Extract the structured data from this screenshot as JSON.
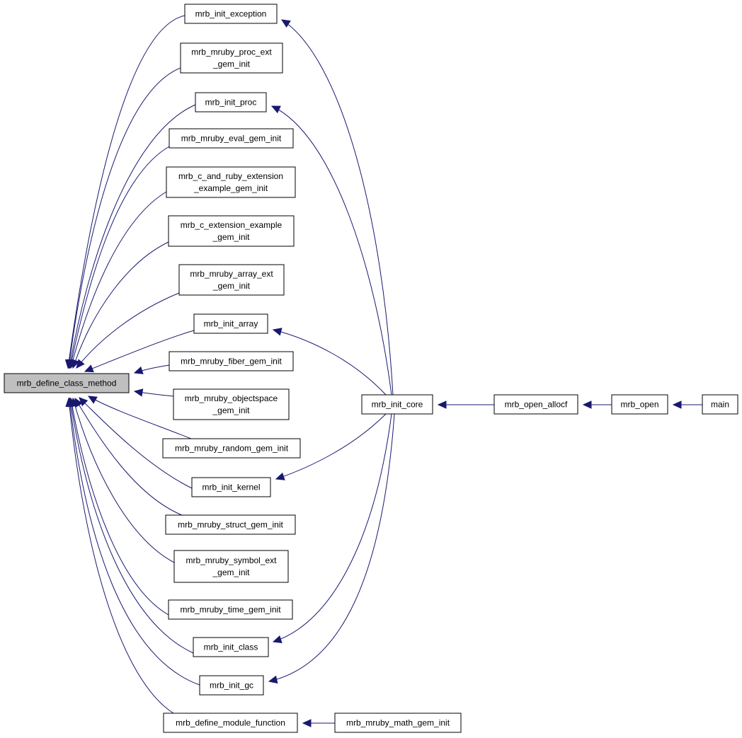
{
  "graph": {
    "kind": "caller-graph",
    "colors": {
      "edge": "#191970",
      "root_fill": "#bfbfbf",
      "node_fill": "#ffffff",
      "node_border": "#000000"
    },
    "nodes": [
      {
        "id": "define_class_method",
        "label": [
          "mrb_define_class_method"
        ],
        "root": true
      },
      {
        "id": "init_exception",
        "label": [
          "mrb_init_exception"
        ]
      },
      {
        "id": "proc_ext",
        "label": [
          "mrb_mruby_proc_ext",
          "_gem_init"
        ]
      },
      {
        "id": "init_proc",
        "label": [
          "mrb_init_proc"
        ]
      },
      {
        "id": "eval_gem",
        "label": [
          "mrb_mruby_eval_gem_init"
        ]
      },
      {
        "id": "c_and_ruby",
        "label": [
          "mrb_c_and_ruby_extension",
          "_example_gem_init"
        ]
      },
      {
        "id": "c_ext",
        "label": [
          "mrb_c_extension_example",
          "_gem_init"
        ]
      },
      {
        "id": "array_ext",
        "label": [
          "mrb_mruby_array_ext",
          "_gem_init"
        ]
      },
      {
        "id": "init_array",
        "label": [
          "mrb_init_array"
        ]
      },
      {
        "id": "fiber_gem",
        "label": [
          "mrb_mruby_fiber_gem_init"
        ]
      },
      {
        "id": "objectspace",
        "label": [
          "mrb_mruby_objectspace",
          "_gem_init"
        ]
      },
      {
        "id": "random_gem",
        "label": [
          "mrb_mruby_random_gem_init"
        ]
      },
      {
        "id": "init_kernel",
        "label": [
          "mrb_init_kernel"
        ]
      },
      {
        "id": "struct_gem",
        "label": [
          "mrb_mruby_struct_gem_init"
        ]
      },
      {
        "id": "symbol_ext",
        "label": [
          "mrb_mruby_symbol_ext",
          "_gem_init"
        ]
      },
      {
        "id": "time_gem",
        "label": [
          "mrb_mruby_time_gem_init"
        ]
      },
      {
        "id": "init_class",
        "label": [
          "mrb_init_class"
        ]
      },
      {
        "id": "init_gc",
        "label": [
          "mrb_init_gc"
        ]
      },
      {
        "id": "define_module_function",
        "label": [
          "mrb_define_module_function"
        ]
      },
      {
        "id": "init_core",
        "label": [
          "mrb_init_core"
        ]
      },
      {
        "id": "open_allocf",
        "label": [
          "mrb_open_allocf"
        ]
      },
      {
        "id": "open",
        "label": [
          "mrb_open"
        ]
      },
      {
        "id": "main",
        "label": [
          "main"
        ]
      },
      {
        "id": "math_gem",
        "label": [
          "mrb_mruby_math_gem_init"
        ]
      }
    ],
    "edges": [
      {
        "from": "init_exception",
        "to": "define_class_method"
      },
      {
        "from": "proc_ext",
        "to": "define_class_method"
      },
      {
        "from": "init_proc",
        "to": "define_class_method"
      },
      {
        "from": "eval_gem",
        "to": "define_class_method"
      },
      {
        "from": "c_and_ruby",
        "to": "define_class_method"
      },
      {
        "from": "c_ext",
        "to": "define_class_method"
      },
      {
        "from": "array_ext",
        "to": "define_class_method"
      },
      {
        "from": "init_array",
        "to": "define_class_method"
      },
      {
        "from": "fiber_gem",
        "to": "define_class_method"
      },
      {
        "from": "objectspace",
        "to": "define_class_method"
      },
      {
        "from": "random_gem",
        "to": "define_class_method"
      },
      {
        "from": "init_kernel",
        "to": "define_class_method"
      },
      {
        "from": "struct_gem",
        "to": "define_class_method"
      },
      {
        "from": "symbol_ext",
        "to": "define_class_method"
      },
      {
        "from": "time_gem",
        "to": "define_class_method"
      },
      {
        "from": "init_class",
        "to": "define_class_method"
      },
      {
        "from": "init_gc",
        "to": "define_class_method"
      },
      {
        "from": "define_module_function",
        "to": "define_class_method"
      },
      {
        "from": "init_core",
        "to": "init_exception"
      },
      {
        "from": "init_core",
        "to": "init_proc"
      },
      {
        "from": "init_core",
        "to": "init_array"
      },
      {
        "from": "init_core",
        "to": "init_kernel"
      },
      {
        "from": "init_core",
        "to": "init_class"
      },
      {
        "from": "init_core",
        "to": "init_gc"
      },
      {
        "from": "open_allocf",
        "to": "init_core"
      },
      {
        "from": "open",
        "to": "open_allocf"
      },
      {
        "from": "main",
        "to": "open"
      },
      {
        "from": "math_gem",
        "to": "define_module_function"
      }
    ]
  }
}
